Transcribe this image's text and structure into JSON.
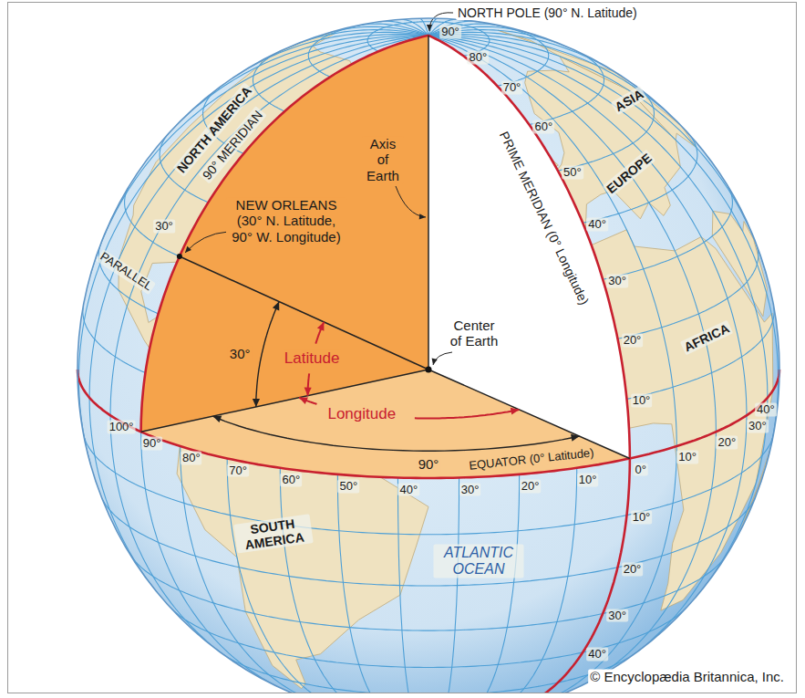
{
  "diagram": {
    "labels": [
      "NORTH POLE (90° N. Latitude)",
      "90°",
      "80°",
      "ASIA",
      "70°",
      "NORTH AMERICA",
      "90° MERIDIAN",
      "Axis of Earth",
      "60°",
      "EUROPE",
      "50°",
      "PRIME MERIDIAN (0° Longitude)",
      "NEW ORLEANS (30° N. Latitude, 90° W. Longitude)",
      "30°",
      "PARALLEL",
      "40°",
      "30°",
      "Center of Earth",
      "20°",
      "AFRICA",
      "30°",
      "Latitude",
      "10°",
      "Longitude",
      "90°",
      "100°",
      "90°",
      "80°",
      "70°",
      "60°",
      "50°",
      "40°",
      "30°",
      "20°",
      "10°",
      "EQUATOR (0° Latitude)",
      "0°",
      "10°",
      "20°",
      "30°",
      "40°",
      "10°",
      "SOUTH AMERICA",
      "20°",
      "ATLANTIC OCEAN",
      "30°",
      "40°",
      "© Encyclopædia Britannica, Inc."
    ]
  }
}
